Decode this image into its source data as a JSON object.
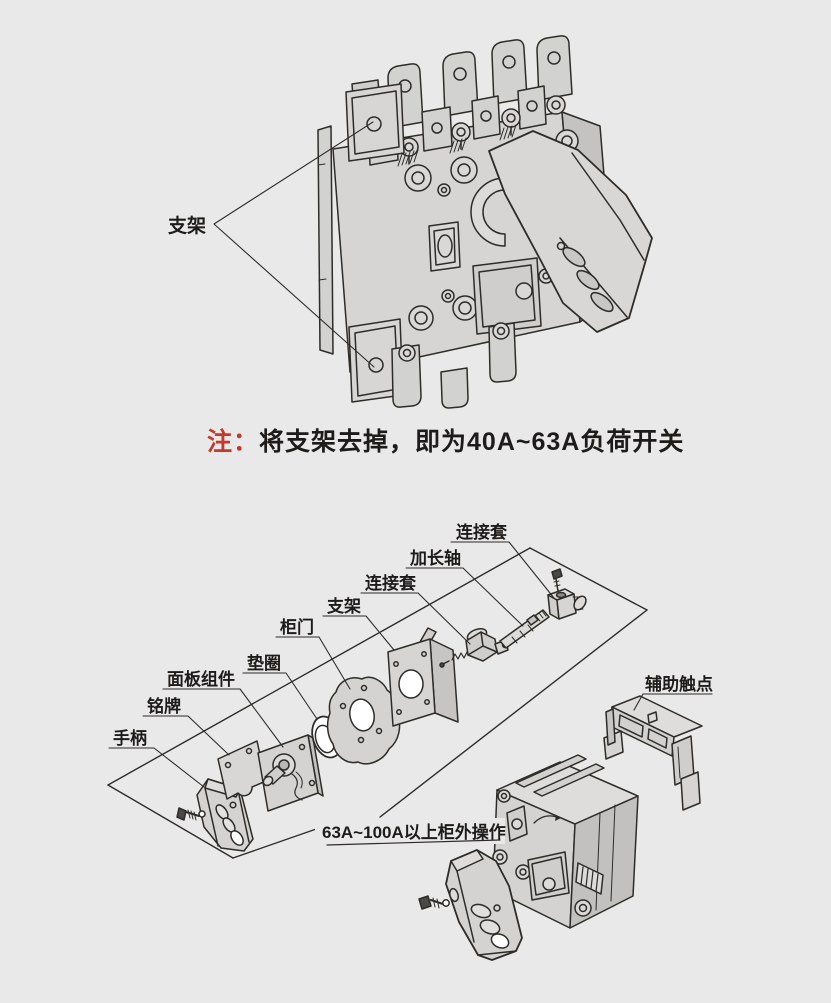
{
  "top_figure": {
    "bracket_label": "支架"
  },
  "note": {
    "prefix": "注：",
    "body": "将支架去掉，即为40A~63A负荷开关"
  },
  "exploded": {
    "labels": {
      "sleeve_top": "连接套",
      "shaft": "加长轴",
      "sleeve_mid": "连接套",
      "bracket": "支架",
      "door": "柜门",
      "washer": "垫圈",
      "panel": "面板组件",
      "nameplate": "铭牌",
      "handle": "手柄",
      "aux_contact": "辅助触点",
      "caption": "63A~100A以上柜外操作"
    }
  },
  "colors": {
    "background": "#e9e9e9",
    "part_fill": "#d2d2d0",
    "outline": "#2e2c28",
    "note_red": "#c5382e",
    "text": "#1d1c1a",
    "hole_white": "#ffffff"
  }
}
